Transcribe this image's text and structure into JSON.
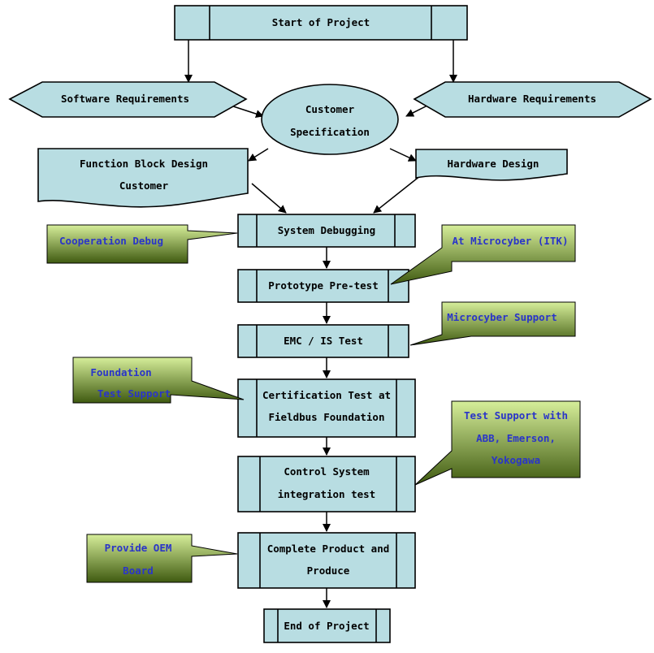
{
  "nodes": {
    "start": [
      "Start of Project"
    ],
    "software_req": [
      "Software Requirements"
    ],
    "customer_spec": [
      "Customer",
      "Specification"
    ],
    "hardware_req": [
      "Hardware Requirements"
    ],
    "function_block": [
      "Function Block Design",
      "Customer"
    ],
    "hardware_design": [
      "Hardware Design"
    ],
    "system_debugging": [
      "System Debugging"
    ],
    "prototype_pretest": [
      "Prototype Pre-test"
    ],
    "emc_is_test": [
      "EMC / IS Test"
    ],
    "certification_test": [
      "Certification Test at",
      "Fieldbus Foundation"
    ],
    "control_system_test": [
      "Control System",
      "integration test"
    ],
    "complete_product": [
      "Complete Product and",
      "Produce"
    ],
    "end": [
      "End of Project"
    ]
  },
  "callouts": {
    "cooperation_debug": [
      "Cooperation Debug"
    ],
    "at_microcyber": [
      "At Microcyber (ITK)"
    ],
    "microcyber_support": [
      "Microcyber Support"
    ],
    "foundation_support": [
      "Foundation",
      "Test Support"
    ],
    "test_support_vendors": [
      "Test Support with",
      "ABB, Emerson,",
      "Yokogawa"
    ],
    "provide_oem": [
      "Provide OEM",
      "Board"
    ]
  },
  "colors": {
    "box_fill": "#b8dde2",
    "callout_top": "#d6ee9a",
    "callout_bottom": "#3f5a10",
    "callout_text": "#2a35c8"
  }
}
